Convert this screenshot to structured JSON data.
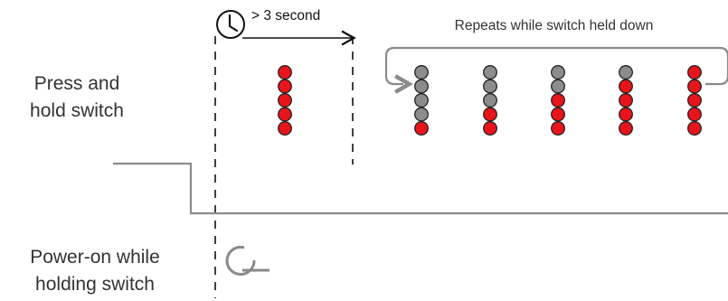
{
  "labels": {
    "press_hold": "Press and\nhold switch",
    "power_on": "Power-on while\nholding switch",
    "repeats": "Repeats while switch held down",
    "timer": "> 3 second"
  },
  "icons": {
    "timer": "clock-icon",
    "power": "power-icon"
  },
  "colors": {
    "led_on": "#e8141c",
    "led_off": "#8c8c8c",
    "line": "#8a8a8a",
    "text": "#333333"
  },
  "led_columns": [
    [
      "on",
      "on",
      "on",
      "on",
      "on"
    ],
    [
      "off",
      "off",
      "off",
      "off",
      "on"
    ],
    [
      "off",
      "off",
      "off",
      "on",
      "on"
    ],
    [
      "off",
      "off",
      "on",
      "on",
      "on"
    ],
    [
      "off",
      "on",
      "on",
      "on",
      "on"
    ],
    [
      "on",
      "on",
      "on",
      "on",
      "on"
    ]
  ]
}
